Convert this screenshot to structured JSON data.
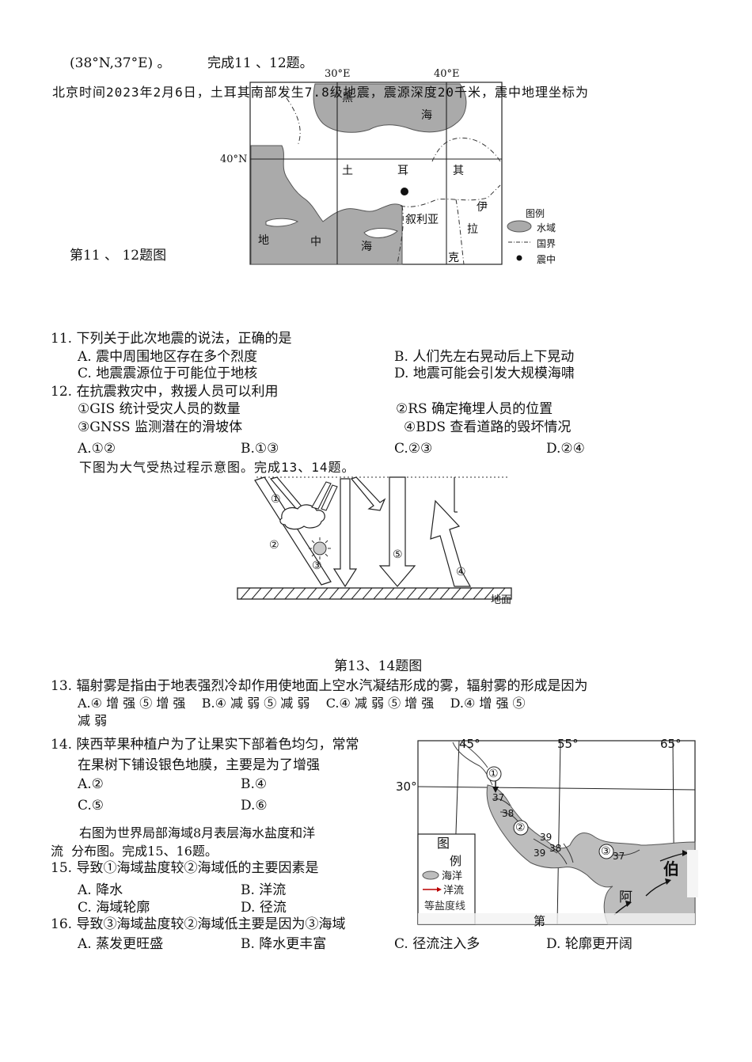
{
  "intro": {
    "line1": "(38°N,37°E) 。",
    "prompt": "完成11 、12题。",
    "line2": "北京时间2023年2月6日，土耳其南部发生7.8级地震，震源深度20千米，震中地理坐标为"
  },
  "map1": {
    "caption": "第11 、 12题图",
    "lon_labels": [
      "30°E",
      "40°E"
    ],
    "lat_label": "40°N",
    "place_labels": [
      "黑",
      "海",
      "土",
      "耳",
      "其",
      "叙利亚",
      "伊",
      "拉",
      "克",
      "地",
      "中",
      "海"
    ],
    "legend": {
      "title": "图例",
      "items": [
        "水域",
        "国界",
        "震中"
      ]
    }
  },
  "q11": {
    "stem": "11.  下列关于此次地震的说法，正确的是",
    "options": [
      "A. 震中周围地区存在多个烈度",
      "B.  人们先左右晃动后上下晃动",
      "C.  地震震源位于可能位于地核",
      "D.  地震可能会引发大规模海啸"
    ]
  },
  "q12": {
    "stem": "12.  在抗震救灾中，救援人员可以利用",
    "items": [
      "①GIS 统计受灾人员的数量",
      "②RS 确定掩埋人员的位置",
      "③GNSS 监测潜在的滑坡体",
      "④BDS 查看道路的毁坏情况"
    ],
    "options": [
      "A.①②",
      "B.①③",
      "C.②③",
      "D.②④"
    ]
  },
  "intro2": "下图为大气受热过程示意图。完成13、14题。",
  "fig2": {
    "labels": [
      "①",
      "②",
      "③",
      "⑤",
      "④"
    ],
    "ground": "地面",
    "caption": "第13、14题图"
  },
  "q13": {
    "stem": "13.  辐射雾是指由于地表强烈冷却作用使地面上空水汽凝结形成的雾，辐射雾的形成是因为",
    "options_line": "A.④ 增 强 ⑤ 增 强    B.④ 减 弱 ⑤ 减 弱    C.④ 减 弱 ⑤ 增 强    D.④ 增 强 ⑤",
    "wrap": "减 弱"
  },
  "q14": {
    "stem1": "14.  陕西苹果种植户为了让果实下部着色均匀，常常",
    "stem2": "在果树下铺设银色地膜，主要是为了增强",
    "options": [
      "A.②",
      "B.④",
      "C.⑤",
      "D.⑥"
    ]
  },
  "intro3": {
    "line1": "右图为世界局部海域8月表层海水盐度和洋",
    "line2": "流  分布图。完成15、16题。"
  },
  "map3": {
    "lon_labels": [
      "45°",
      "55°",
      "65°"
    ],
    "lat_label": "30°",
    "salinity_labels": [
      "37",
      "38",
      "39",
      "39",
      "38",
      "37"
    ],
    "marks": [
      "①",
      "②",
      "③"
    ],
    "place_labels": [
      "阿",
      "伯"
    ],
    "legend": {
      "title": "图",
      "title2": "例",
      "items": [
        "海洋",
        "洋流",
        "等盐度线"
      ]
    },
    "caption_fragment": "第"
  },
  "q15": {
    "stem": "15.  导致①海域盐度较②海域低的主要因素是",
    "options": [
      "A.  降水",
      "B.  洋流",
      "C.  海域轮廓",
      "D.  径流"
    ]
  },
  "q16": {
    "stem": "16.  导致③海域盐度较②海域低主要是因为③海域",
    "options": [
      "A.  蒸发更旺盛",
      "B.  降水更丰富",
      "C.  径流注入多",
      "D.  轮廓更开阔"
    ]
  }
}
